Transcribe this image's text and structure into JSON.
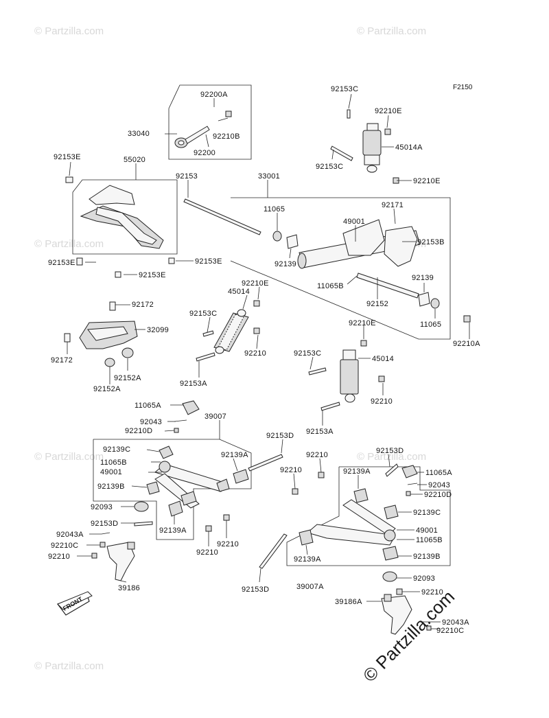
{
  "figure_code": "F2150",
  "watermark": "© Partzilla.com",
  "front_arrow_label": "FRONT",
  "part_labels": [
    {
      "key": "p92200A",
      "text": "92200A"
    },
    {
      "key": "p33040",
      "text": "33040"
    },
    {
      "key": "p92210B",
      "text": "92210B"
    },
    {
      "key": "p92200",
      "text": "92200"
    },
    {
      "key": "p92153C_top",
      "text": "92153C"
    },
    {
      "key": "p92210E_top",
      "text": "92210E"
    },
    {
      "key": "p45014A",
      "text": "45014A"
    },
    {
      "key": "p92153C_mid",
      "text": "92153C"
    },
    {
      "key": "p92210E_mid",
      "text": "92210E"
    },
    {
      "key": "p92153E_a",
      "text": "92153E"
    },
    {
      "key": "p55020",
      "text": "55020"
    },
    {
      "key": "p92153_top",
      "text": "92153"
    },
    {
      "key": "p33001",
      "text": "33001"
    },
    {
      "key": "p11065_a",
      "text": "11065"
    },
    {
      "key": "p92171",
      "text": "92171"
    },
    {
      "key": "p49001_a",
      "text": "49001"
    },
    {
      "key": "p92153B",
      "text": "92153B"
    },
    {
      "key": "p92139_a",
      "text": "92139"
    },
    {
      "key": "p92139_b",
      "text": "92139"
    },
    {
      "key": "p11065B_a",
      "text": "11065B"
    },
    {
      "key": "p92152",
      "text": "92152"
    },
    {
      "key": "p11065_b",
      "text": "11065"
    },
    {
      "key": "p92210A",
      "text": "92210A"
    },
    {
      "key": "p92153E_b",
      "text": "92153E"
    },
    {
      "key": "p92153E_c",
      "text": "92153E"
    },
    {
      "key": "p92153E_d",
      "text": "92153E"
    },
    {
      "key": "p92172_a",
      "text": "92172"
    },
    {
      "key": "p32099",
      "text": "32099"
    },
    {
      "key": "p92172_b",
      "text": "92172"
    },
    {
      "key": "p92152A_a",
      "text": "92152A"
    },
    {
      "key": "p92152A_b",
      "text": "92152A"
    },
    {
      "key": "p92210E_c",
      "text": "92210E"
    },
    {
      "key": "p45014_a",
      "text": "45014"
    },
    {
      "key": "p92153C_c",
      "text": "92153C"
    },
    {
      "key": "p92210_a",
      "text": "92210"
    },
    {
      "key": "p92153A_a",
      "text": "92153A"
    },
    {
      "key": "p92210E_d",
      "text": "92210E"
    },
    {
      "key": "p92153C_d",
      "text": "92153C"
    },
    {
      "key": "p45014_b",
      "text": "45014"
    },
    {
      "key": "p92210_b",
      "text": "92210"
    },
    {
      "key": "p92153A_b",
      "text": "92153A"
    },
    {
      "key": "p11065A_a",
      "text": "11065A"
    },
    {
      "key": "p92043_a",
      "text": "92043"
    },
    {
      "key": "p39007",
      "text": "39007"
    },
    {
      "key": "p92210D_a",
      "text": "92210D"
    },
    {
      "key": "p92153D_a",
      "text": "92153D"
    },
    {
      "key": "p92139C_a",
      "text": "92139C"
    },
    {
      "key": "p92139A_a",
      "text": "92139A"
    },
    {
      "key": "p11065B_b",
      "text": "11065B"
    },
    {
      "key": "p49001_b",
      "text": "49001"
    },
    {
      "key": "p92139B_a",
      "text": "92139B"
    },
    {
      "key": "p92093_a",
      "text": "92093"
    },
    {
      "key": "p92153D_b",
      "text": "92153D"
    },
    {
      "key": "p92139A_b",
      "text": "92139A"
    },
    {
      "key": "p92043A_a",
      "text": "92043A"
    },
    {
      "key": "p92210C_a",
      "text": "92210C"
    },
    {
      "key": "p92210_c",
      "text": "92210"
    },
    {
      "key": "p92210_d",
      "text": "92210"
    },
    {
      "key": "p92210_e",
      "text": "92210"
    },
    {
      "key": "p39186",
      "text": "39186"
    },
    {
      "key": "p92210_f",
      "text": "92210"
    },
    {
      "key": "p92210_g",
      "text": "92210"
    },
    {
      "key": "p92139A_c",
      "text": "92139A"
    },
    {
      "key": "p92153D_c",
      "text": "92153D"
    },
    {
      "key": "p11065A_b",
      "text": "11065A"
    },
    {
      "key": "p92043_b",
      "text": "92043"
    },
    {
      "key": "p92210D_b",
      "text": "92210D"
    },
    {
      "key": "p92139C_b",
      "text": "92139C"
    },
    {
      "key": "p49001_c",
      "text": "49001"
    },
    {
      "key": "p11065B_c",
      "text": "11065B"
    },
    {
      "key": "p92139B_b",
      "text": "92139B"
    },
    {
      "key": "p92139A_d",
      "text": "92139A"
    },
    {
      "key": "p92153D_d",
      "text": "92153D"
    },
    {
      "key": "p39007A",
      "text": "39007A"
    },
    {
      "key": "p92093_b",
      "text": "92093"
    },
    {
      "key": "p92210_h",
      "text": "92210"
    },
    {
      "key": "p39186A",
      "text": "39186A"
    },
    {
      "key": "p92043A_b",
      "text": "92043A"
    },
    {
      "key": "p92210C_b",
      "text": "92210C"
    }
  ]
}
